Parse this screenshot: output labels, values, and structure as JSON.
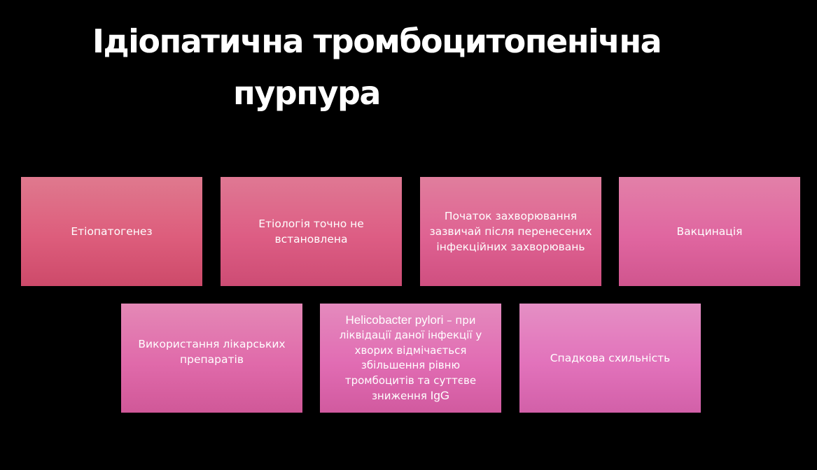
{
  "slide": {
    "title_line1": "Ідіопатична тромбоцитопенічна",
    "title_line2": "пурпура",
    "background": "#000000",
    "boxes_row1": [
      {
        "text": "Етіопатогенез",
        "color": "#dd5d7c"
      },
      {
        "text": "Етіологія точно не встановлена",
        "color": "#dd5d84"
      },
      {
        "text": "Початок захворювання зазвичай після перенесених інфекційних захворювань",
        "color": "#df6292"
      },
      {
        "text": "Вакцинація",
        "color": "#e066a0"
      }
    ],
    "boxes_row2": [
      {
        "text": "Використання лікарських препаратів",
        "color": "#e06aaa"
      },
      {
        "text_prefix": "Helicobacter pylori",
        "text_middle": " – при ліквідації даної інфекції у хворих відмічається збільшення рівню тромбоцитів та суттєве зниження ",
        "text_suffix": "IgG",
        "color": "#e16cb3"
      },
      {
        "text": "Спадкова схильність",
        "color": "#e272bb"
      }
    ]
  }
}
